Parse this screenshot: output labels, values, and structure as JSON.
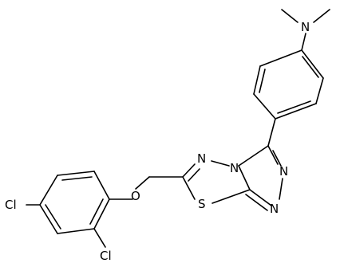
{
  "structure": {
    "atoms": {
      "n_dimethyl": "N",
      "n_triazole_top": "N",
      "n_triazole_right_upper": "N",
      "n_triazole_right_lower": "N",
      "n_thiadiazole": "N",
      "s_thiadiazole": "S",
      "o_ether": "O",
      "cl_left": "Cl",
      "cl_bottom": "Cl"
    },
    "colors": {
      "bond": "#000000",
      "label": "#000000",
      "background": "#ffffff"
    }
  }
}
